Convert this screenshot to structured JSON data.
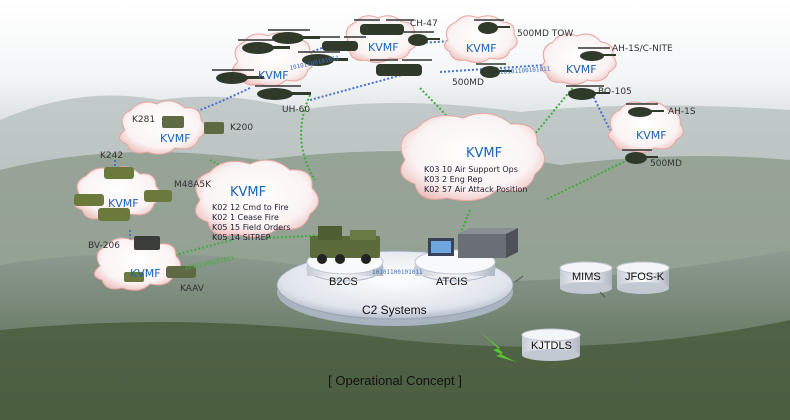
{
  "caption": "[ Operational Concept ]",
  "hub": {
    "label": "C2 Systems"
  },
  "systems": {
    "b2cs": "B2CS",
    "atcis": "ATCIS",
    "mims": "MIMS",
    "jfos": "JFOS-K",
    "kjtdls": "KJTDLS"
  },
  "kvmf": "KVMF",
  "air_assets": {
    "ch47": "CH-47",
    "tow": "500MD TOW",
    "ah1s_nite": "AH-1S/C-NITE",
    "md500": "500MD",
    "bo105": "BO-105",
    "ah1s": "AH-1S",
    "uh60": "UH-60",
    "md500b": "500MD"
  },
  "ground_assets": {
    "k281": "K281",
    "k200": "K200",
    "k242": "K242",
    "m48a5k": "M48A5K",
    "bv206": "BV-206",
    "kaav": "KAAV"
  },
  "left_messages": [
    "K02 12 Cmd to Fire",
    "K02 1 Cease Fire",
    "K05 15 Field Orders",
    "K05 14 SITREP"
  ],
  "center_messages": [
    "K03 10 Air Support Ops",
    "K03 2 Eng Rep",
    "K02 57 Air Attack Position"
  ],
  "link_text": "10101100101011",
  "colors": {
    "kvmf_text": "#1a63b7",
    "link_blue": "#4a72c8",
    "link_green": "#3fae3a",
    "cloud_rim": "#e7a5a0"
  }
}
